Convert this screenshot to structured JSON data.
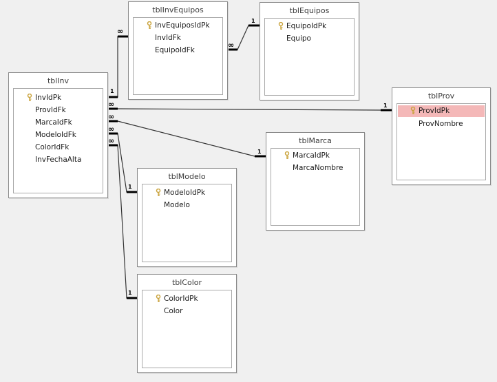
{
  "colors": {
    "background": "#f0f0f0",
    "selected_field": "#f4b8b8",
    "link_line": "#333333",
    "key_icon": "#c9a23a"
  },
  "tables": {
    "tblInv": {
      "title": "tblInv",
      "fields": [
        {
          "name": "InvIdPk",
          "key": true
        },
        {
          "name": "ProvIdFk",
          "key": false
        },
        {
          "name": "MarcaIdFk",
          "key": false
        },
        {
          "name": "ModeloIdFk",
          "key": false
        },
        {
          "name": "ColorIdFk",
          "key": false
        },
        {
          "name": "InvFechaAlta",
          "key": false
        }
      ]
    },
    "tblInvEquipos": {
      "title": "tblInvEquipos",
      "fields": [
        {
          "name": "InvEquiposIdPk",
          "key": true
        },
        {
          "name": "InvIdFk",
          "key": false
        },
        {
          "name": "EquipoIdFk",
          "key": false
        }
      ]
    },
    "tblEquipos": {
      "title": "tblEquipos",
      "fields": [
        {
          "name": "EquipoIdPk",
          "key": true
        },
        {
          "name": "Equipo",
          "key": false
        }
      ]
    },
    "tblProv": {
      "title": "tblProv",
      "fields": [
        {
          "name": "ProvIdPk",
          "key": true,
          "selected": true
        },
        {
          "name": "ProvNombre",
          "key": false
        }
      ]
    },
    "tblMarca": {
      "title": "tblMarca",
      "fields": [
        {
          "name": "MarcaIdPk",
          "key": true
        },
        {
          "name": "MarcaNombre",
          "key": false
        }
      ]
    },
    "tblModelo": {
      "title": "tblModelo",
      "fields": [
        {
          "name": "ModeloIdPk",
          "key": true
        },
        {
          "name": "Modelo",
          "key": false
        }
      ]
    },
    "tblColor": {
      "title": "tblColor",
      "fields": [
        {
          "name": "ColorIdPk",
          "key": true
        },
        {
          "name": "Color",
          "key": false
        }
      ]
    }
  },
  "relationships": [
    {
      "from": "tblInv",
      "to": "tblInvEquipos",
      "from_card": "1",
      "to_card": "∞"
    },
    {
      "from": "tblInvEquipos",
      "to": "tblEquipos",
      "from_card": "∞",
      "to_card": "1"
    },
    {
      "from": "tblInv",
      "to": "tblProv",
      "from_card": "∞",
      "to_card": "1"
    },
    {
      "from": "tblInv",
      "to": "tblMarca",
      "from_card": "∞",
      "to_card": "1"
    },
    {
      "from": "tblInv",
      "to": "tblModelo",
      "from_card": "∞",
      "to_card": "1"
    },
    {
      "from": "tblInv",
      "to": "tblColor",
      "from_card": "∞",
      "to_card": "1"
    }
  ]
}
